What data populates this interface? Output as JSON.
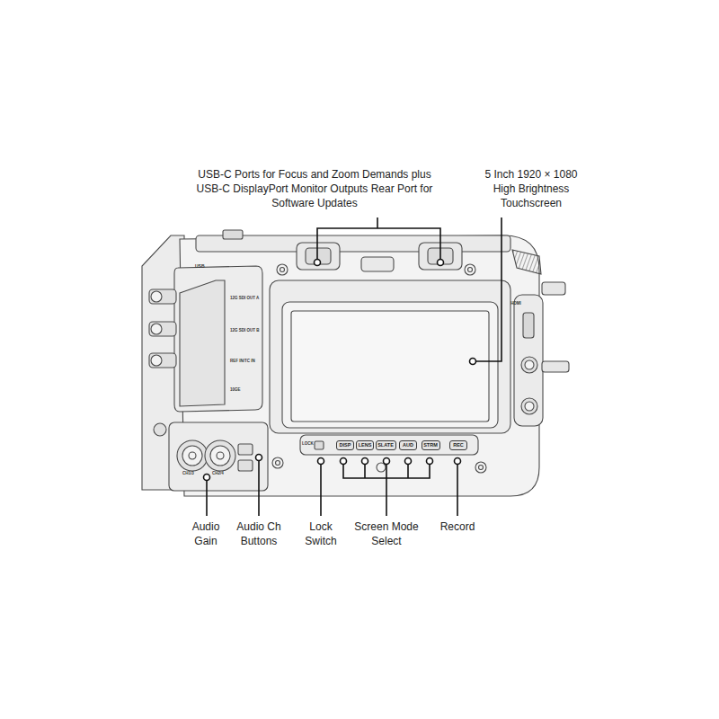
{
  "diagram": {
    "nodes": [
      {
        "text": [
          "DISP"
        ]
      },
      {
        "text": [
          "LENS"
        ]
      },
      {
        "text": [
          "SLATE"
        ]
      },
      {
        "text": [
          "AUD"
        ]
      },
      {
        "text": [
          "STRM"
        ]
      },
      {
        "text": [
          "REC"
        ]
      }
    ],
    "labels": [
      "USB-C Ports for Focus and Zoom Demands plus USB-C DisplayPort Monitor Outputs Rear Port for Software Updates",
      "5 Inch 1920 × 1080 High Brightness Touchscreen",
      "Audio Gain",
      "Audio Ch Buttons",
      "Lock Switch",
      "Screen Mode Select",
      "Record",
      "USB",
      "12G SDI OUT A",
      "12G SDI OUT B",
      "REF IN/TC IN",
      "10GE",
      "LOCK",
      "CH1/3",
      "CH2/4",
      "HDMI"
    ]
  }
}
